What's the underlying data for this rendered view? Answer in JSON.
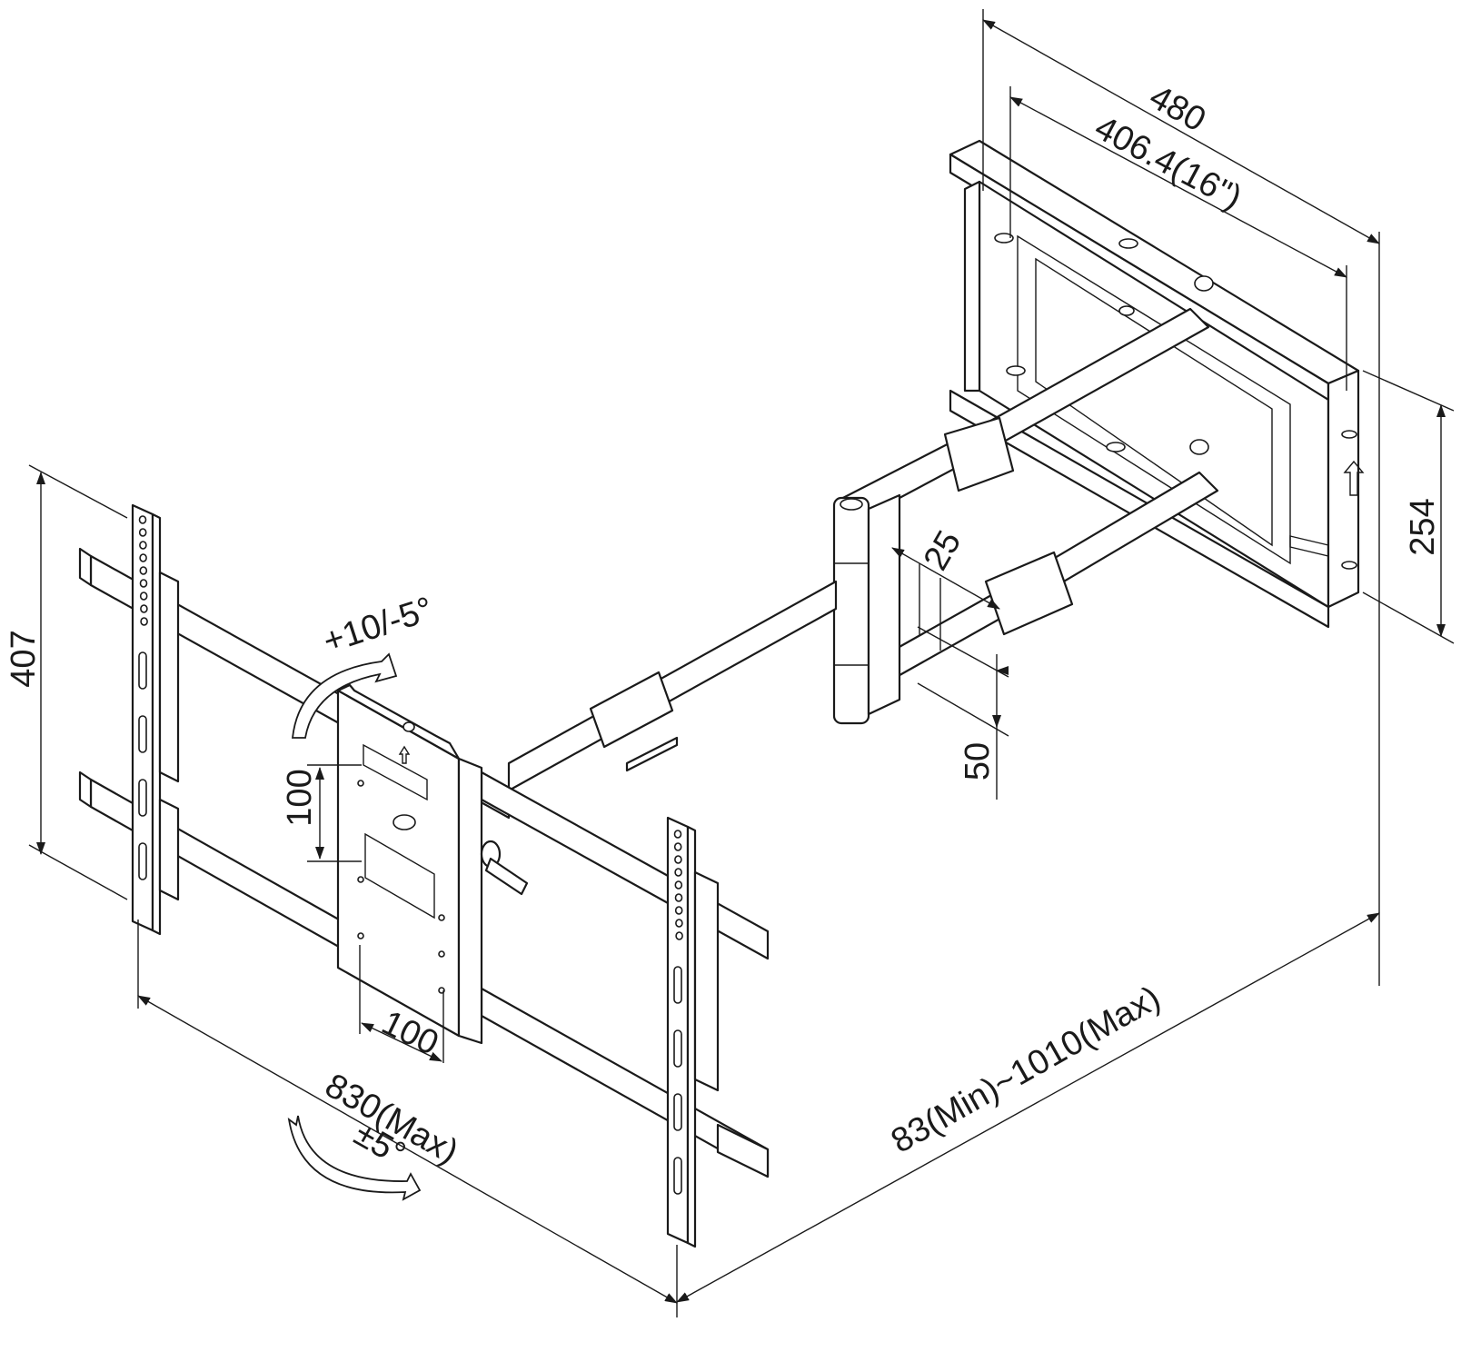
{
  "dimensions": {
    "wall_plate_width": "480",
    "wall_plate_hole_spacing": "406.4(16\")",
    "wall_plate_height": "254",
    "tilt_range": "+10/-5°",
    "arm_spacing": "25",
    "offset": "50",
    "bracket_height": "407",
    "vesa_min_vertical": "100",
    "vesa_min_horizontal": "100",
    "bracket_width_max": "830(Max)",
    "swivel_range": "±5°",
    "extension_range": "83(Min)~1010(Max)"
  }
}
